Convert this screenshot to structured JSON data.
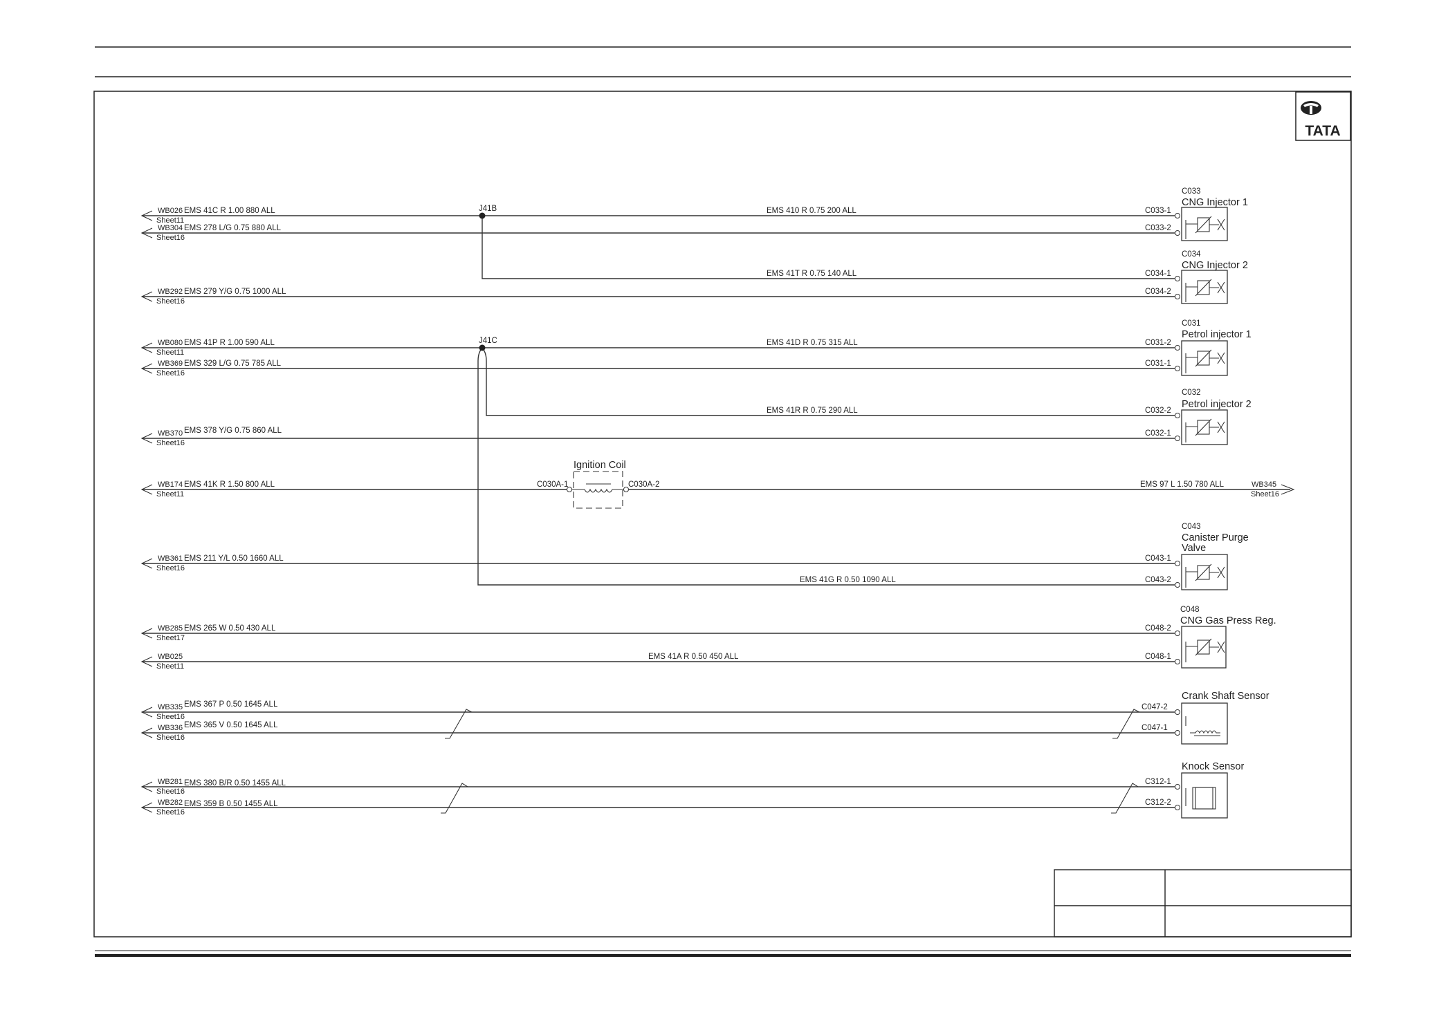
{
  "title": "",
  "logo": {
    "icon": "tata-logo-icon",
    "text": "TATA"
  },
  "wires": [
    {
      "id": "w1",
      "from_ref": "WB026",
      "from_sheet": "Sheet11",
      "label": "EMS  41C  R  1.00  880  ALL",
      "right_label": "EMS  410  R  0.75  200  ALL",
      "pin": "C033-1"
    },
    {
      "id": "w2",
      "from_ref": "WB304",
      "from_sheet": "Sheet16",
      "label": "EMS  278  L/G  0.75  880  ALL",
      "right_label": "",
      "pin": "C033-2"
    },
    {
      "id": "w3",
      "from_ref": "",
      "from_sheet": "",
      "label": "",
      "right_label": "EMS  41T  R  0.75  140  ALL",
      "pin": "C034-1"
    },
    {
      "id": "w4",
      "from_ref": "WB292",
      "from_sheet": "Sheet16",
      "label": "EMS  279  Y/G  0.75  1000  ALL",
      "right_label": "",
      "pin": "C034-2"
    },
    {
      "id": "w5",
      "from_ref": "WB080",
      "from_sheet": "Sheet11",
      "label": "EMS  41P  R  1.00  590  ALL",
      "right_label": "EMS  41D  R  0.75  315  ALL",
      "pin": "C031-2"
    },
    {
      "id": "w6",
      "from_ref": "WB369",
      "from_sheet": "Sheet16",
      "label": "EMS  329  L/G  0.75  785  ALL",
      "right_label": "",
      "pin": "C031-1"
    },
    {
      "id": "w7",
      "from_ref": "",
      "from_sheet": "",
      "label": "",
      "right_label": "EMS  41R  R  0.75  290  ALL",
      "pin": "C032-2"
    },
    {
      "id": "w8",
      "from_ref": "WB370",
      "from_sheet": "Sheet16",
      "label": "EMS  378  Y/G  0.75  860  ALL",
      "right_label": "",
      "pin": "C032-1"
    },
    {
      "id": "w9",
      "from_ref": "WB174",
      "from_sheet": "Sheet11",
      "label": "EMS  41K  R  1.50  800  ALL",
      "right_label": "EMS  97  L  1.50  780  ALL",
      "pin": ""
    },
    {
      "id": "w10",
      "from_ref": "WB361",
      "from_sheet": "Sheet16",
      "label": "EMS  211  Y/L  0.50  1660  ALL",
      "right_label": "",
      "pin": "C043-1"
    },
    {
      "id": "w11",
      "from_ref": "",
      "from_sheet": "",
      "label": "",
      "right_label": "EMS   41G  R  0.50  1090  ALL",
      "pin": "C043-2"
    },
    {
      "id": "w12",
      "from_ref": "WB285",
      "from_sheet": "Sheet17",
      "label": "EMS  265  W  0.50  430  ALL",
      "right_label": "",
      "pin": "C048-2"
    },
    {
      "id": "w13",
      "from_ref": "WB025",
      "from_sheet": "Sheet11",
      "label": "",
      "right_label": "EMS  41A  R  0.50  450  ALL",
      "pin": "C048-1"
    },
    {
      "id": "w14",
      "from_ref": "WB335",
      "from_sheet": "Sheet16",
      "label": "EMS  367  P  0.50  1645  ALL",
      "right_label": "",
      "pin": "C047-2"
    },
    {
      "id": "w15",
      "from_ref": "WB336",
      "from_sheet": "Sheet16",
      "label": "EMS  365  V  0.50  1645  ALL",
      "right_label": "",
      "pin": "C047-1"
    },
    {
      "id": "w16",
      "from_ref": "WB281",
      "from_sheet": "Sheet16",
      "label": "EMS  380  B/R  0.50  1455  ALL",
      "right_label": "",
      "pin": "C312-1"
    },
    {
      "id": "w17",
      "from_ref": "WB282",
      "from_sheet": "Sheet16",
      "label": "EMS  359  B  0.50  1455  ALL",
      "right_label": "",
      "pin": "C312-2"
    }
  ],
  "splices": [
    {
      "id": "s1",
      "label": "J41B"
    },
    {
      "id": "s2",
      "label": "J41C"
    }
  ],
  "components": [
    {
      "id": "c1",
      "code": "C033",
      "name": "CNG  Injector  1",
      "icon": "injector-icon"
    },
    {
      "id": "c2",
      "code": "C034",
      "name": "CNG  Injector  2",
      "icon": "injector-icon"
    },
    {
      "id": "c3",
      "code": "C031",
      "name": "Petrol  injector  1",
      "icon": "injector-icon"
    },
    {
      "id": "c4",
      "code": "C032",
      "name": "Petrol  injector  2",
      "icon": "injector-icon"
    },
    {
      "id": "c5",
      "code": "C043",
      "name": "Canister  Purge",
      "name2": "Valve",
      "icon": "solenoid-valve-icon"
    },
    {
      "id": "c6",
      "code": "C048",
      "name": "CNG  Gas  Press  Reg.",
      "icon": "solenoid-valve-icon"
    },
    {
      "id": "c7",
      "code": "",
      "name": "Crank  Shaft  Sensor",
      "icon": "inductive-sensor-icon"
    },
    {
      "id": "c8",
      "code": "",
      "name": "Knock  Sensor",
      "icon": "piezo-sensor-icon"
    }
  ],
  "ignition_coil": {
    "name": "Ignition  Coil",
    "pin_left": "C030A-1",
    "pin_right": "C030A-2",
    "icon": "coil-icon"
  },
  "outgoing": {
    "ref": "WB345",
    "sheet": "Sheet16"
  },
  "title_block": {
    "cells": [
      "",
      "",
      "",
      ""
    ]
  }
}
